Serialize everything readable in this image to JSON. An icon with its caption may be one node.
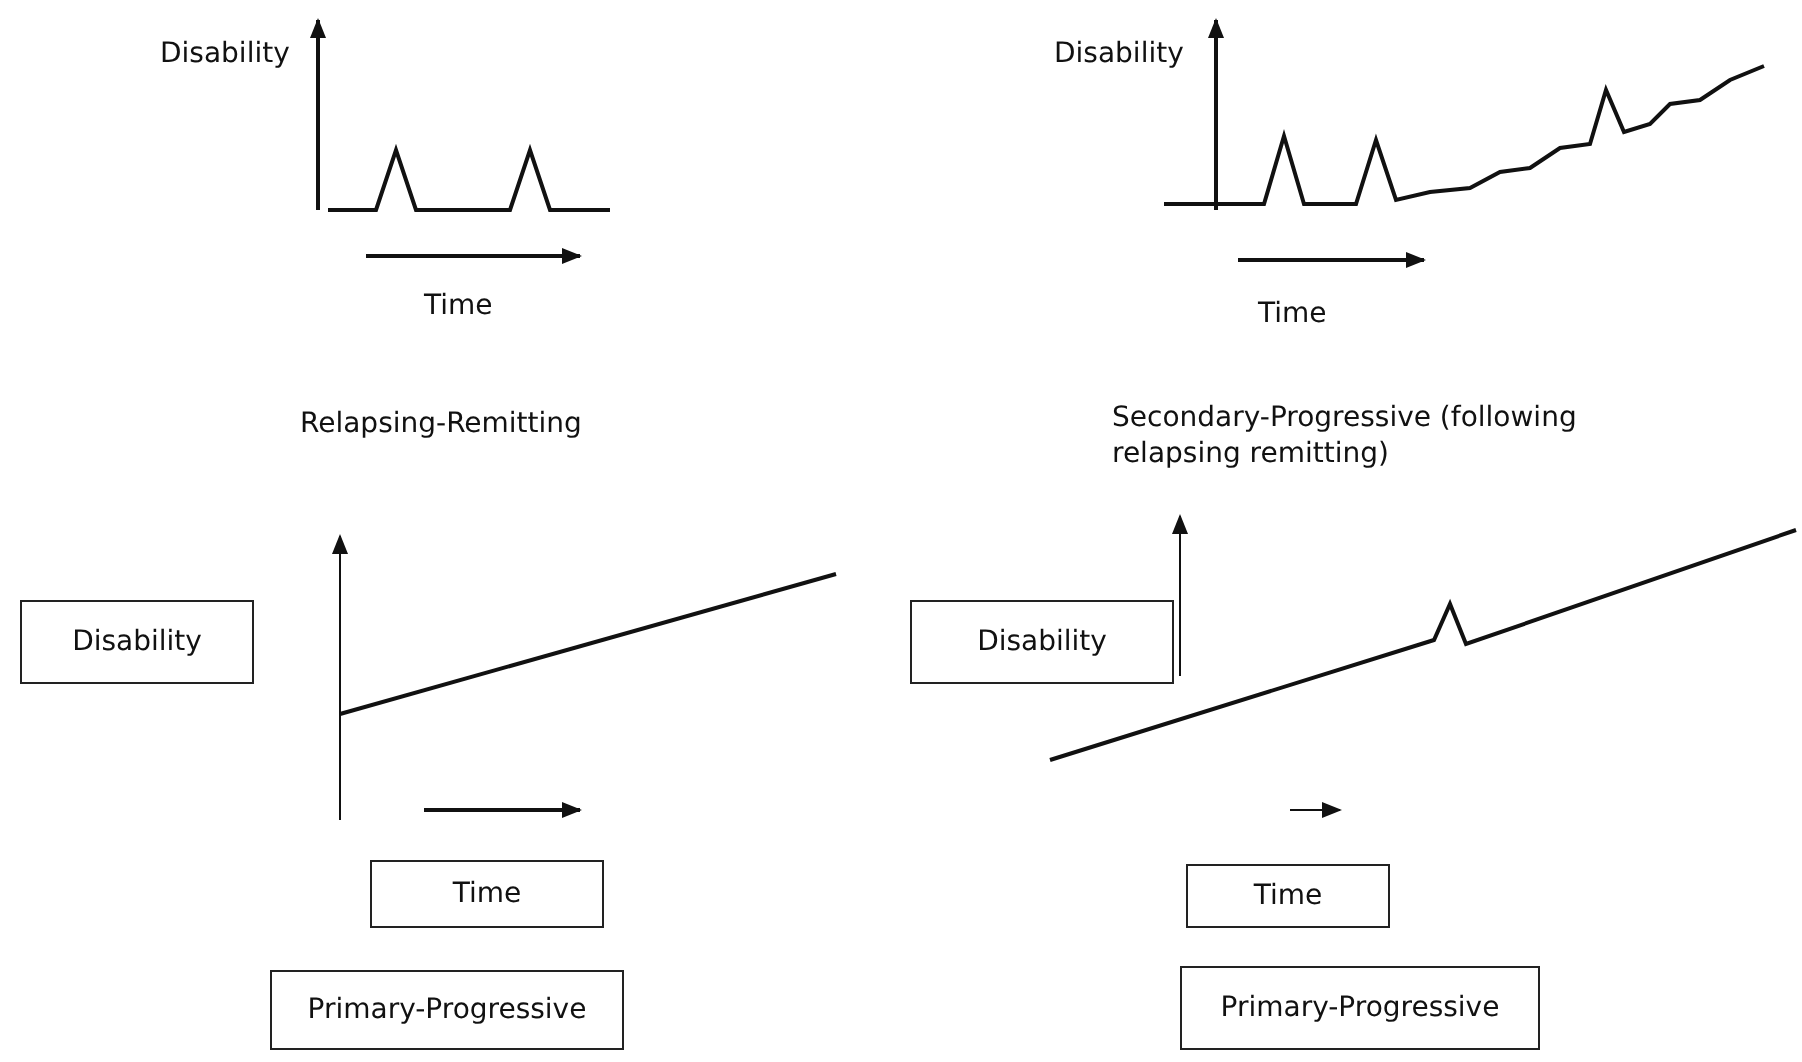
{
  "diagram": {
    "nodes": [
      {
        "text": [
          "Disability"
        ]
      },
      {
        "text": [
          "Time"
        ]
      },
      {
        "text": [
          "Primary-Progressive"
        ]
      },
      {
        "text": [
          "Disability"
        ]
      },
      {
        "text": [
          "Time"
        ]
      },
      {
        "text": [
          "Primary-Progressive"
        ]
      }
    ],
    "labels": [
      "Disability",
      "Time",
      "Relapsing-Remitting",
      "Disability",
      "Time",
      "Secondary-Progressive (following relapsing remitting)"
    ]
  }
}
